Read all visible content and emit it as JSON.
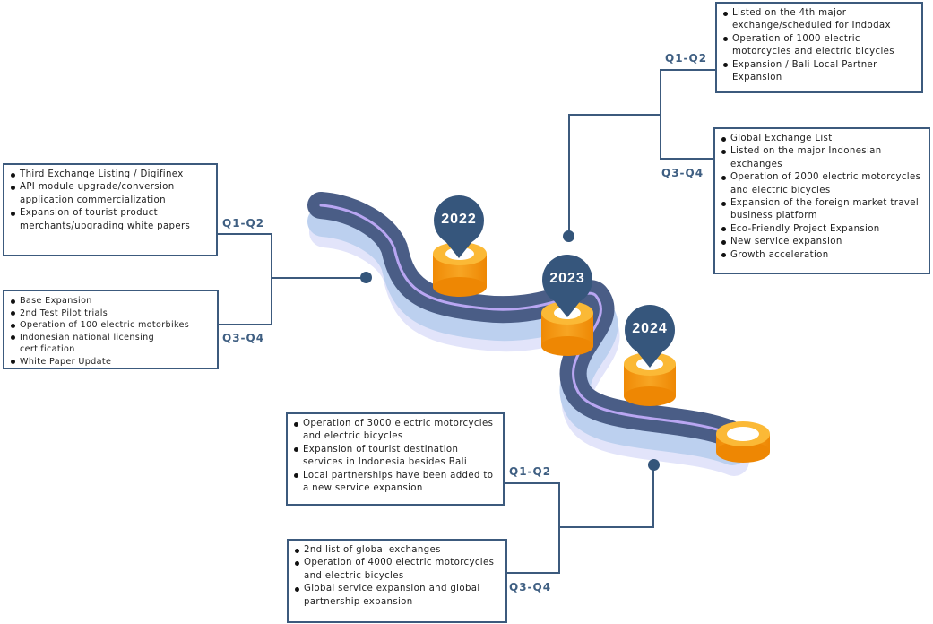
{
  "colors": {
    "road": "#4a5d86",
    "road_lane": "#b9a6f2",
    "road_shadow": "#cfd9f0",
    "pin": "#36567c",
    "cylinder": "#f5960c",
    "line": "#3c5a7d"
  },
  "years": [
    "2022",
    "2023",
    "2024"
  ],
  "stages": {
    "y2022_q1q2": {
      "label": "Q1-Q2",
      "items": [
        "Third Exchange Listing / Digifinex",
        "API module upgrade/conversion application commercialization",
        "Expansion of tourist product merchants/upgrading white papers"
      ]
    },
    "y2022_q3q4": {
      "label": "Q3-Q4",
      "items": [
        "Base Expansion",
        "2nd Test Pilot trials",
        "Operation of 100 electric motorbikes",
        "Indonesian national licensing certification",
        "White Paper Update"
      ]
    },
    "y2023_q1q2": {
      "label": "Q1-Q2",
      "items": [
        "Listed on the 4th major exchange/scheduled for Indodax",
        "Operation of 1000 electric motorcycles and electric bicycles",
        "Expansion / Bali Local Partner Expansion"
      ]
    },
    "y2023_q3q4": {
      "label": "Q3-Q4",
      "items": [
        "Global Exchange List",
        "Listed on the major Indonesian exchanges",
        "Operation of 2000 electric motorcycles and electric bicycles",
        "Expansion of the foreign market travel business platform",
        "Eco-Friendly Project Expansion",
        "New service expansion",
        "Growth acceleration"
      ]
    },
    "y2024_q1q2": {
      "label": "Q1-Q2",
      "items": [
        "Operation of 3000 electric motorcycles and electric bicycles",
        "Expansion of tourist destination services in Indonesia besides Bali",
        "Local partnerships have been added to a new service expansion"
      ]
    },
    "y2024_q3q4": {
      "label": "Q3-Q4",
      "items": [
        "2nd list of global exchanges",
        "Operation of 4000 electric motorcycles and electric bicycles",
        "Global service expansion and global partnership expansion"
      ]
    }
  }
}
